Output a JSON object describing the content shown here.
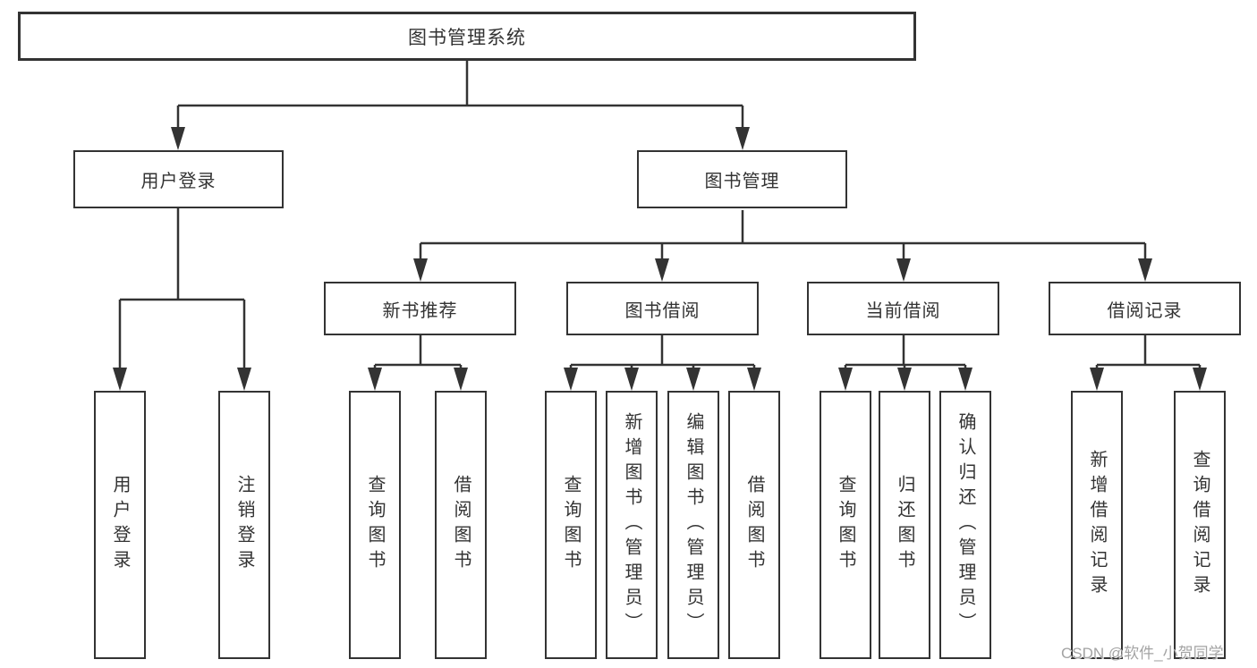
{
  "diagram": {
    "root": {
      "label": "图书管理系统"
    },
    "user_login": {
      "label": "用户登录",
      "children": {
        "login": {
          "label": "用户登录"
        },
        "logout": {
          "label": "注销登录"
        }
      }
    },
    "book_mgmt": {
      "label": "图书管理",
      "new_book_rec": {
        "label": "新书推荐",
        "children": {
          "query": {
            "label": "查询图书"
          },
          "borrow": {
            "label": "借阅图书"
          }
        }
      },
      "book_borrow": {
        "label": "图书借阅",
        "children": {
          "query": {
            "label": "查询图书"
          },
          "add": {
            "label": "新增图书（管理员）"
          },
          "edit": {
            "label": "编辑图书（管理员）"
          },
          "borrow": {
            "label": "借阅图书"
          }
        }
      },
      "current_borrow": {
        "label": "当前借阅",
        "children": {
          "query": {
            "label": "查询图书"
          },
          "return": {
            "label": "归还图书"
          },
          "confirm": {
            "label": "确认归还（管理员）"
          }
        }
      },
      "borrow_records": {
        "label": "借阅记录",
        "children": {
          "add": {
            "label": "新增借阅记录"
          },
          "query": {
            "label": "查询借阅记录"
          }
        }
      }
    }
  },
  "watermark": {
    "text": "CSDN @软件_小贺同学"
  },
  "colors": {
    "line": "#333333",
    "box_border": "#333333",
    "box_fill": "#ffffff",
    "text": "#333333",
    "background": "#ffffff",
    "watermark": "#a3a3a3"
  }
}
